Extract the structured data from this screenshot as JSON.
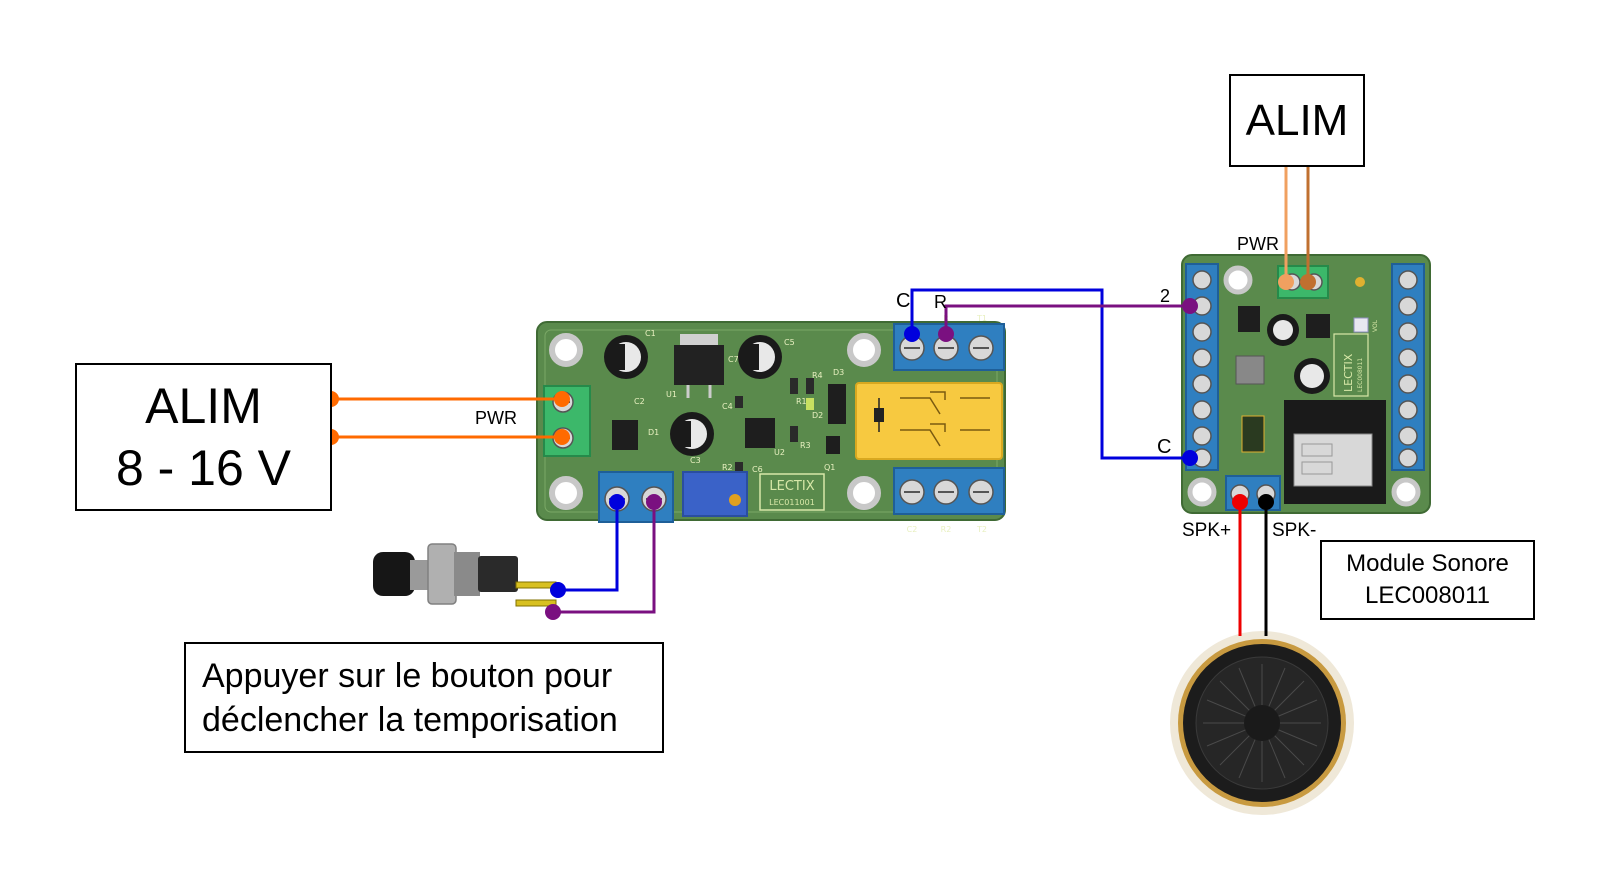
{
  "alim_left": {
    "line1": "ALIM",
    "line2": "8 - 16 V"
  },
  "alim_right": {
    "label": "ALIM"
  },
  "timer_module": {
    "pwr_label": "PWR",
    "brand": "LECTIX",
    "ref": "LEC011001",
    "relay_terminal_labels": [
      "C",
      "R",
      "T1"
    ],
    "bottom_terminal_labels": [
      "C2",
      "R2",
      "T2"
    ],
    "components": [
      "C1",
      "C2",
      "U1",
      "C3",
      "C4",
      "C5",
      "C6",
      "C7",
      "D1",
      "D2",
      "D3",
      "U2",
      "R1",
      "R2",
      "R3",
      "R4",
      "Q1"
    ]
  },
  "sound_module": {
    "pwr_label": "PWR",
    "input_2_label": "2",
    "common_label": "C",
    "spk_plus_label": "SPK+",
    "spk_minus_label": "SPK-",
    "brand": "LECTIX",
    "ref": "LEC008011",
    "vol_label": "VOL"
  },
  "caption_sound": {
    "line1": "Module Sonore",
    "line2": "LEC008011"
  },
  "caption_button": {
    "line1": "Appuyer sur le bouton pour",
    "line2": "déclencher la temporisation"
  },
  "colors": {
    "pcb": "#5a8a4c",
    "terminal_blue": "#2f7fc0",
    "terminal_green": "#3cb86a",
    "wire_orange": "#ff6a00",
    "wire_blue": "#0000dd",
    "wire_purple": "#7a1080",
    "wire_light_orange": "#f0a060",
    "wire_brown": "#c07030",
    "wire_red": "#ee0000",
    "wire_black": "#000000",
    "relay_yellow": "#f7c940"
  }
}
